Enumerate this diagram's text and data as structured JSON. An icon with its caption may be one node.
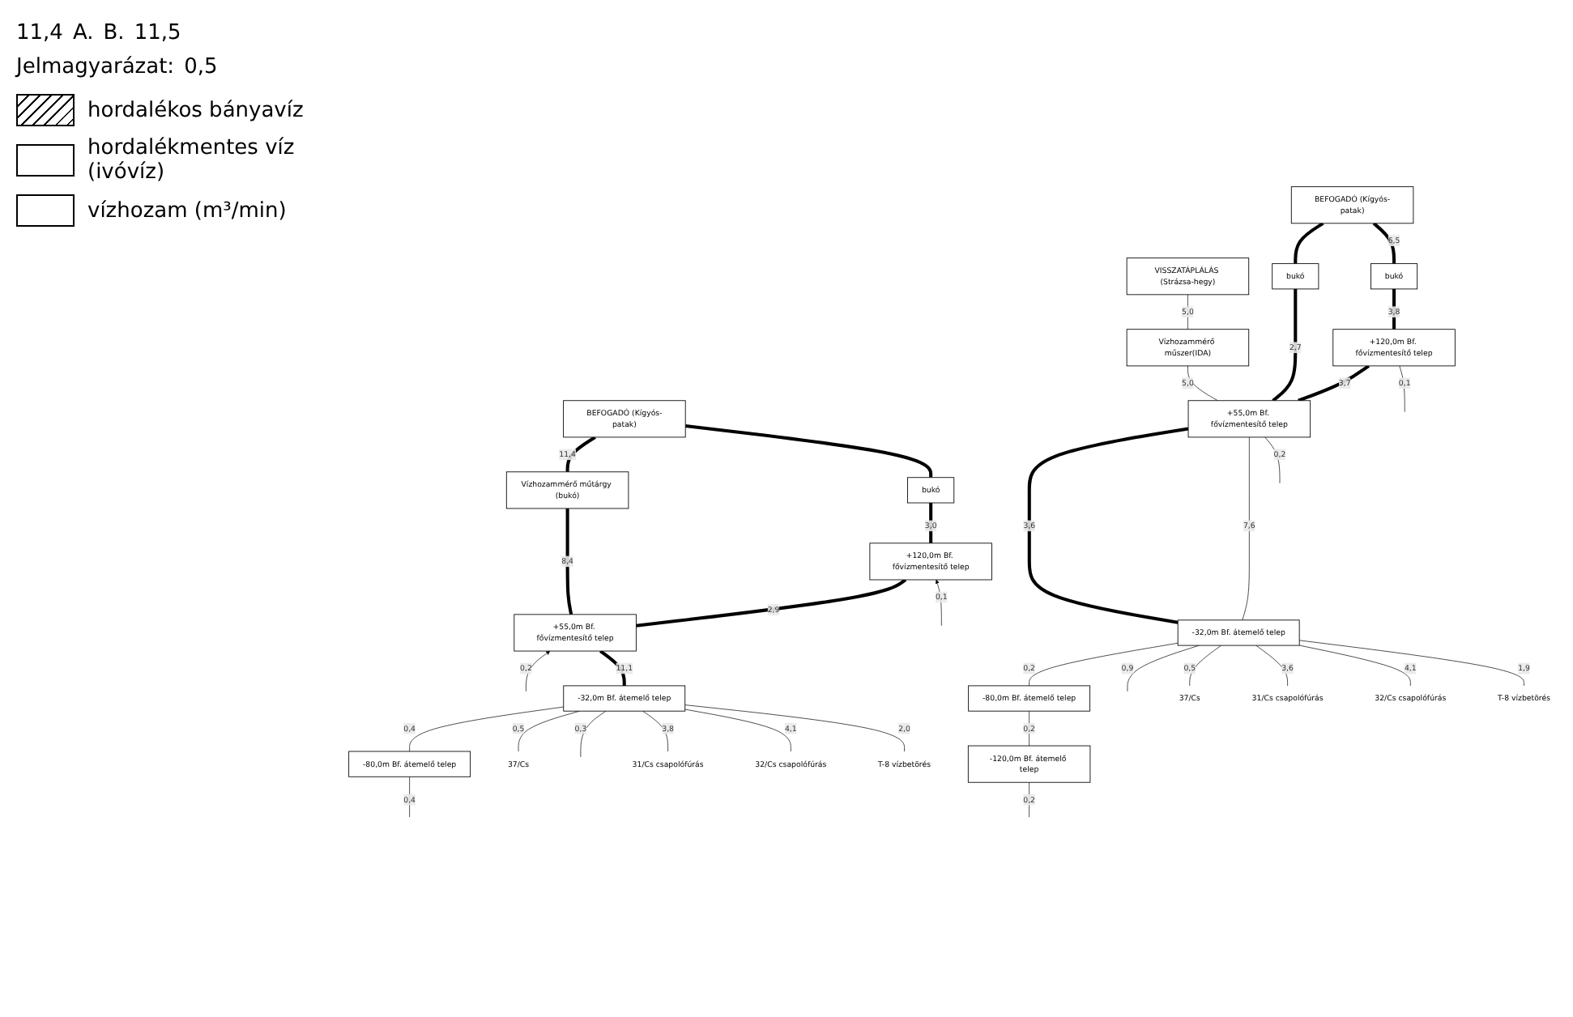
{
  "diagram": {
    "nodes": [
      {
        "text": [
          "BEFOGADÓ (Kígyós-patak)"
        ]
      },
      {
        "text": [
          "Vízhozammérő műtárgy (bukó)"
        ]
      },
      {
        "text": [
          "bukó"
        ]
      },
      {
        "text": [
          "+120,0m Bf. fővízmentesítő telep"
        ]
      },
      {
        "text": [
          "+55,0m Bf. fővízmentesítő telep"
        ]
      },
      {
        "text": [
          "-32,0m Bf. átemelő telep"
        ]
      },
      {
        "text": [
          "-80,0m Bf. átemelő telep"
        ]
      },
      {
        "text": [
          "37/Cs"
        ]
      },
      {
        "text": [
          "31/Cs csapolófúrás"
        ]
      },
      {
        "text": [
          "32/Cs csapolófúrás"
        ]
      },
      {
        "text": [
          "T-8 vízbetörés"
        ]
      },
      {
        "text": [
          "BEFOGADÓ (Kígyós-patak)"
        ]
      },
      {
        "text": [
          "VISSZATÁPLÁLÁS (Strázsa-hegy)"
        ]
      },
      {
        "text": [
          "bukó"
        ]
      },
      {
        "text": [
          "bukó"
        ]
      },
      {
        "text": [
          "Vízhozammérő műszer(IDA)"
        ]
      },
      {
        "text": [
          "+120,0m Bf. fővízmentesítő telep"
        ]
      },
      {
        "text": [
          "+55,0m Bf. fővízmentesítő telep"
        ]
      },
      {
        "text": [
          "-32,0m Bf. átemelő telep"
        ]
      },
      {
        "text": [
          "-80,0m Bf. átemelő telep"
        ]
      },
      {
        "text": [
          "-120,0m Bf. átemelő telep"
        ]
      },
      {
        "text": [
          "31/Cs csapolófúrás"
        ]
      },
      {
        "text": [
          "32/Cs csapolófúrás"
        ]
      },
      {
        "text": [
          "T-8 vízbetörés"
        ]
      },
      {
        "text": [
          "37/Cs"
        ]
      }
    ],
    "edges": [
      {
        "from": 1,
        "to": 0,
        "arrow": "none",
        "label": "11,4",
        "style": "thick"
      },
      {
        "from": 2,
        "to": 0,
        "arrow": "none",
        "style": "thick"
      },
      {
        "from": 3,
        "to": 2,
        "arrow": "none",
        "label": "3,0",
        "style": "thick"
      },
      {
        "from": 4,
        "to": 3,
        "arrow": "none",
        "label": "2,9",
        "style": "thick"
      },
      {
        "from": null,
        "to": 3,
        "arrow": "to",
        "label": "0,1"
      },
      {
        "from": 4,
        "to": 1,
        "arrow": "none",
        "label": "8,4",
        "style": "thick"
      },
      {
        "from": null,
        "to": 4,
        "arrow": "to",
        "label": "0,2"
      },
      {
        "from": 5,
        "to": 4,
        "arrow": "none",
        "label": "11,1",
        "style": "thick"
      },
      {
        "from": 6,
        "to": 5,
        "arrow": "none",
        "label": "0,4"
      },
      {
        "from": null,
        "to": 6,
        "arrow": "none",
        "label": "0,4"
      },
      {
        "from": 7,
        "to": 5,
        "arrow": "none",
        "label": "0,5"
      },
      {
        "from": null,
        "to": 5,
        "arrow": "none",
        "label": "0,3"
      },
      {
        "from": 8,
        "to": 5,
        "arrow": "none",
        "label": "3,8"
      },
      {
        "from": 9,
        "to": 5,
        "arrow": "none",
        "label": "4,1"
      },
      {
        "from": 10,
        "to": 5,
        "arrow": "none",
        "label": "2,0"
      },
      {
        "from": 13,
        "to": 11,
        "arrow": "none",
        "style": "thick"
      },
      {
        "from": 14,
        "to": 11,
        "arrow": "none",
        "label": "6,5",
        "style": "thick"
      },
      {
        "from": 15,
        "to": 12,
        "arrow": "none",
        "label": "5,0"
      },
      {
        "from": 17,
        "to": 13,
        "arrow": "none",
        "label": "2,7",
        "style": "thick"
      },
      {
        "from": 16,
        "to": 14,
        "arrow": "none",
        "label": "3,8",
        "style": "thick"
      },
      {
        "from": 17,
        "to": 16,
        "arrow": "none",
        "label": "3,7",
        "style": "thick"
      },
      {
        "from": null,
        "to": 16,
        "arrow": "none",
        "label": "0,1"
      },
      {
        "from": 17,
        "to": 15,
        "arrow": "none",
        "label": "5,0"
      },
      {
        "from": 18,
        "to": 17,
        "arrow": "none",
        "label": "3,6",
        "style": "thick"
      },
      {
        "from": 18,
        "to": 17,
        "arrow": "none",
        "label": "7,6"
      },
      {
        "from": null,
        "to": 17,
        "arrow": "none",
        "label": "0,2"
      },
      {
        "from": 19,
        "to": 18,
        "arrow": "none",
        "label": "0,2"
      },
      {
        "from": 20,
        "to": 19,
        "arrow": "none",
        "label": "0,2"
      },
      {
        "from": null,
        "to": 20,
        "arrow": "none",
        "label": "0,2"
      },
      {
        "from": null,
        "to": 18,
        "arrow": "none",
        "label": "0,9"
      },
      {
        "from": 24,
        "to": 18,
        "arrow": "none",
        "label": "0,5"
      },
      {
        "from": 21,
        "to": 18,
        "arrow": "none",
        "label": "3,6"
      },
      {
        "from": 22,
        "to": 18,
        "arrow": "none",
        "label": "4,1"
      },
      {
        "from": 23,
        "to": 18,
        "arrow": "none",
        "label": "1,9"
      }
    ],
    "labels": [
      "11,4",
      "A.",
      "B.",
      "11,5",
      "Jelmagyarázat:",
      "0,5"
    ],
    "legend": [
      {
        "text": "hordalékos bányavíz"
      },
      {
        "text": "hordalékmentes víz (ivóvíz)"
      },
      {
        "text": "vízhozam (m³/min)"
      }
    ]
  }
}
